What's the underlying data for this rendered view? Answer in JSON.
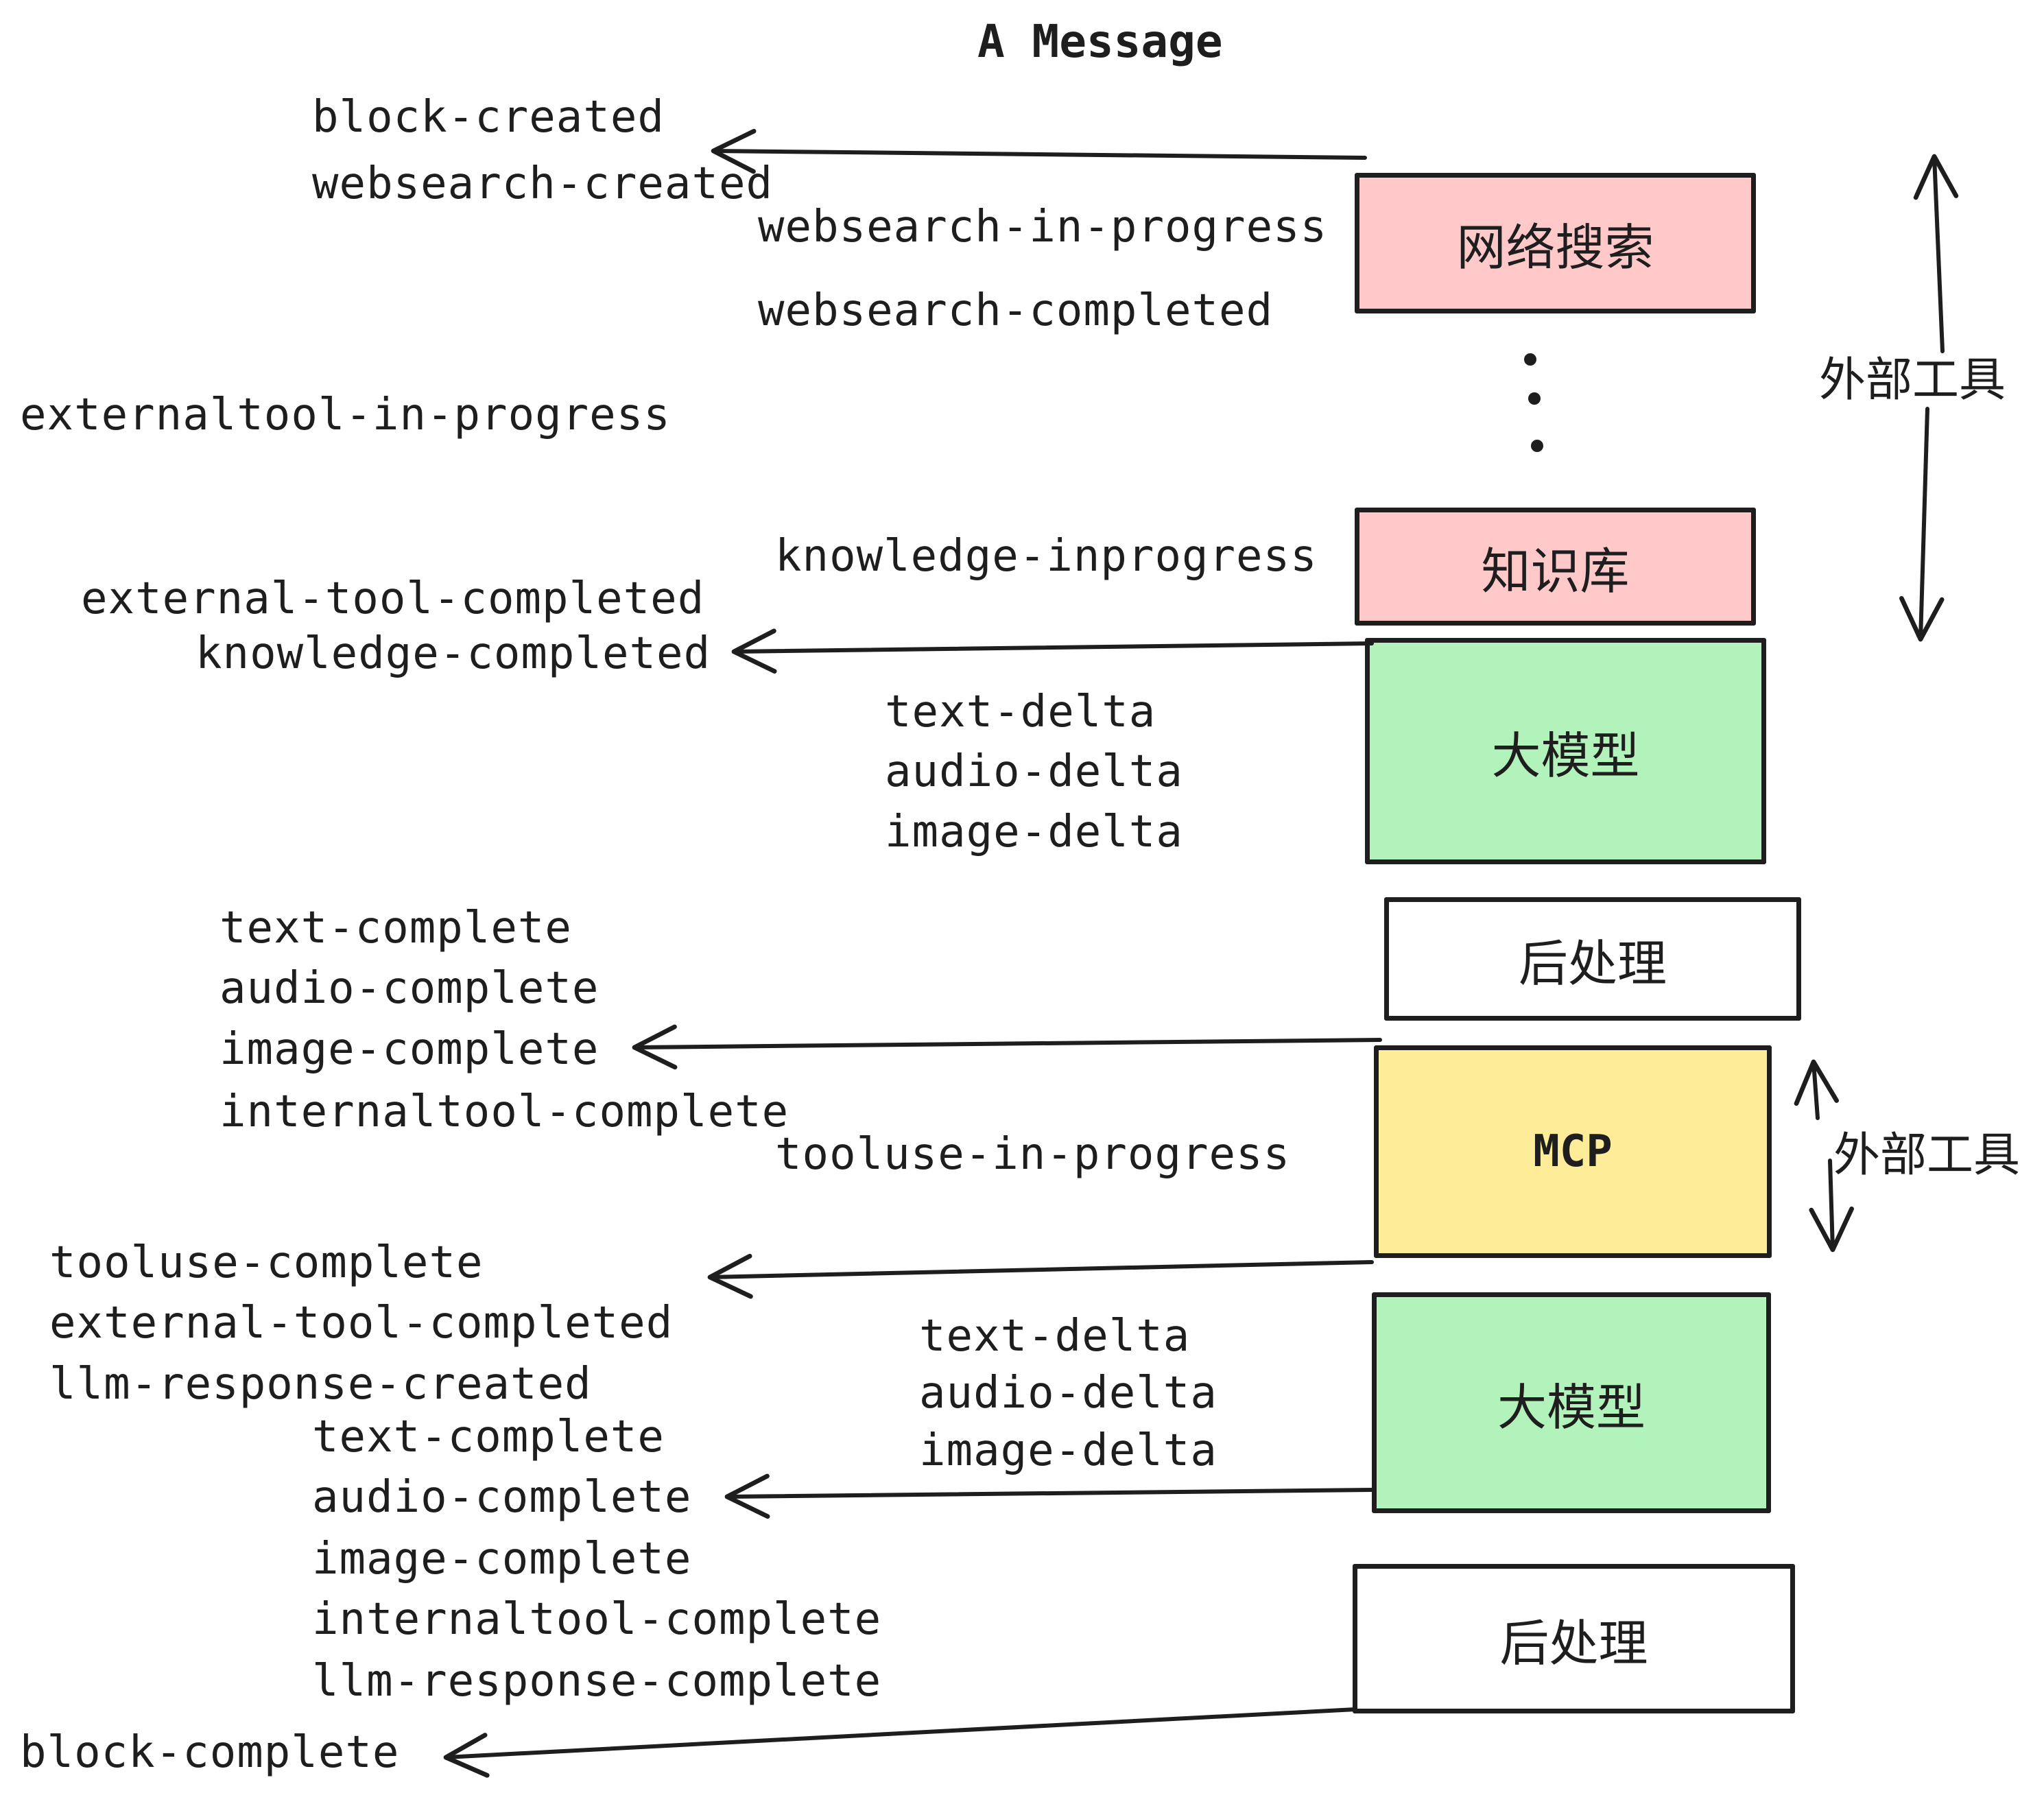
{
  "title": "A Message",
  "events": {
    "block_created": "block-created",
    "websearch_created": "websearch-created",
    "websearch_in_progress": "websearch-in-progress",
    "websearch_completed": "websearch-completed",
    "externaltool_in_progress": "externaltool-in-progress",
    "knowledge_inprogress": "knowledge-inprogress",
    "external_tool_completed": "external-tool-completed",
    "knowledge_completed": "knowledge-completed",
    "text_delta": "text-delta",
    "audio_delta": "audio-delta",
    "image_delta": "image-delta",
    "text_complete": "text-complete",
    "audio_complete": "audio-complete",
    "image_complete": "image-complete",
    "internaltool_complete": "internaltool-complete",
    "tooluse_in_progress": "tooluse-in-progress",
    "tooluse_complete": "tooluse-complete",
    "llm_response_created": "llm-response-created",
    "llm_response_complete": "llm-response-complete",
    "block_complete": "block-complete"
  },
  "boxes": {
    "websearch": {
      "label": "网络搜索",
      "fill": "#ffc9c9"
    },
    "knowledge": {
      "label": "知识库",
      "fill": "#ffc9c9"
    },
    "llm_top": {
      "label": "大模型",
      "fill": "#b2f2bb"
    },
    "post_top": {
      "label": "后处理",
      "fill": "#ffffff"
    },
    "mcp": {
      "label": "MCP",
      "fill": "#ffec99"
    },
    "llm_bottom": {
      "label": "大模型",
      "fill": "#b2f2bb"
    },
    "post_bottom": {
      "label": "后处理",
      "fill": "#ffffff"
    }
  },
  "side_labels": {
    "external_tools_top": "外部工具",
    "external_tools_mcp": "外部工具"
  },
  "colors": {
    "ink": "#1e1e1e",
    "pink": "#ffc9c9",
    "green": "#b2f2bb",
    "yellow": "#ffec99",
    "white": "#ffffff"
  }
}
